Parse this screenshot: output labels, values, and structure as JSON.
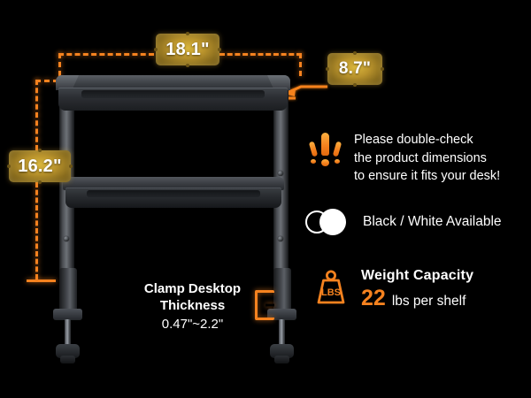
{
  "background_color": "#000000",
  "accent_color": "#F5821F",
  "badge_color": "#B9932C",
  "dimensions": {
    "width_label": "18.1\"",
    "depth_label": "8.7\"",
    "height_label": "16.2\""
  },
  "clamp": {
    "title_line1": "Clamp Desktop",
    "title_line2": "Thickness",
    "range": "0.47\"~2.2\""
  },
  "features": {
    "warning": {
      "icon": "exclamation-icon",
      "line1": "Please double-check",
      "line2": "the product dimensions",
      "line3": "to ensure it fits your desk!"
    },
    "color_option": {
      "icon": "two-circles-icon",
      "label": "Black / White Available"
    },
    "weight": {
      "icon": "weight-lbs-icon",
      "icon_text": "LBS",
      "title": "Weight Capacity",
      "value": "22",
      "unit": "lbs per shelf"
    }
  }
}
